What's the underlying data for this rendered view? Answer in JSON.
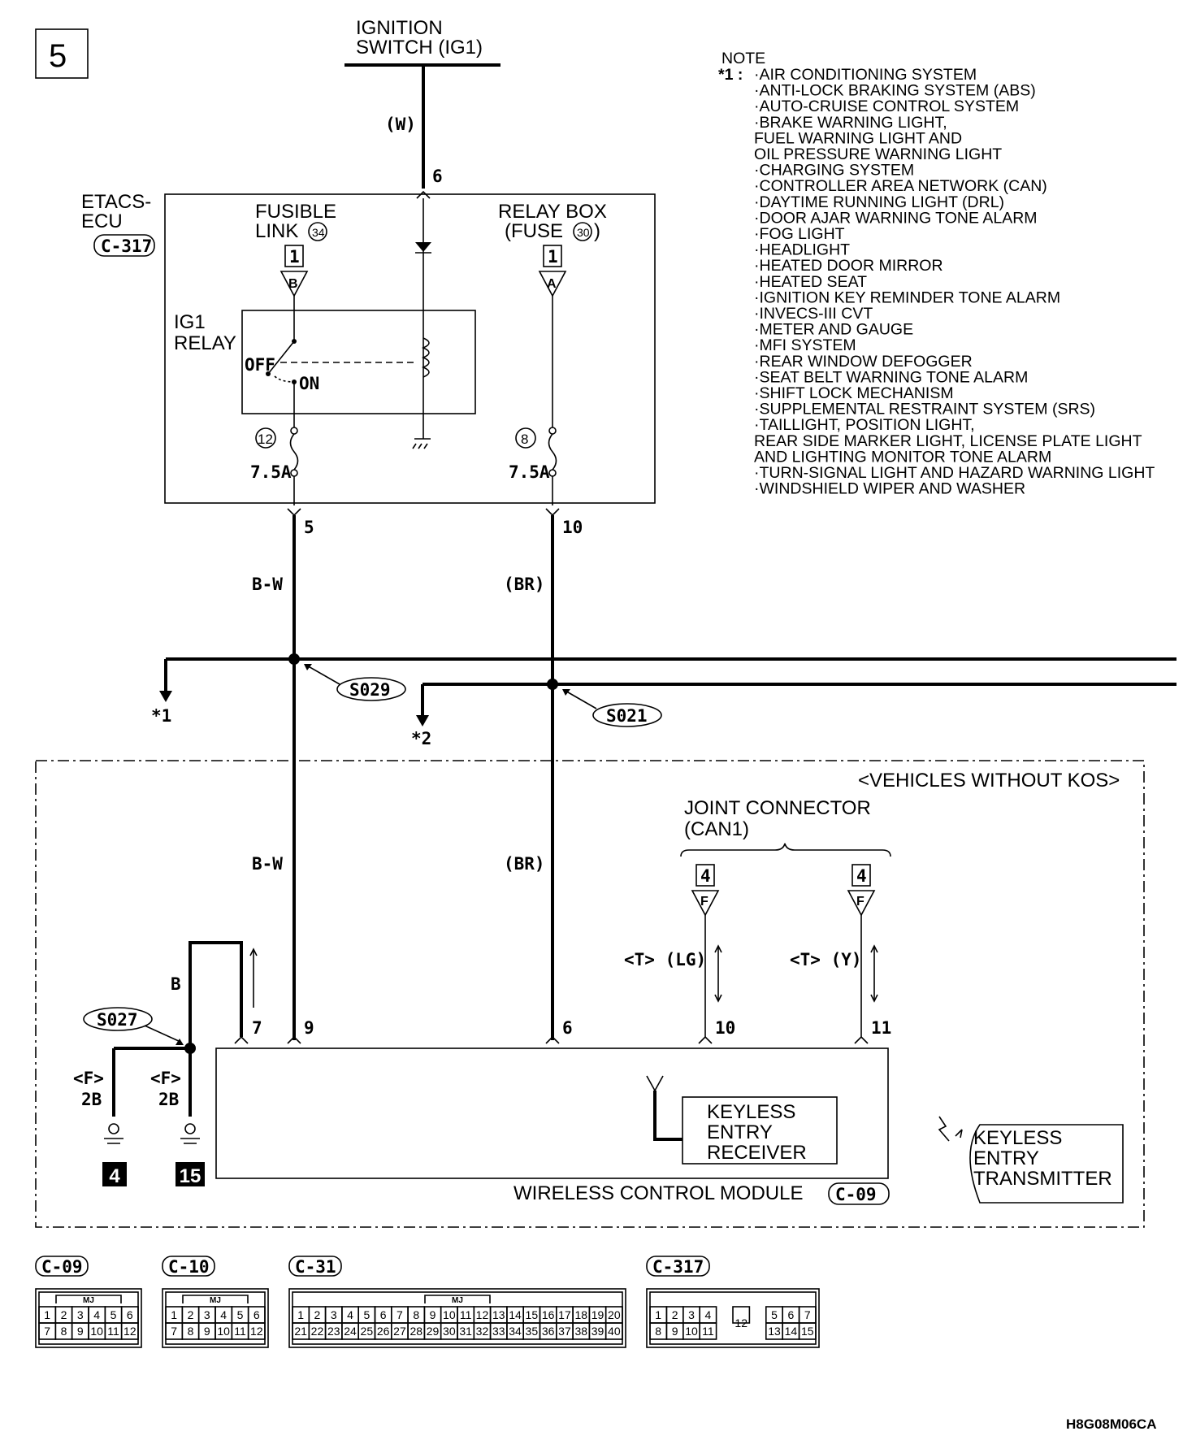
{
  "page_number": "5",
  "ignition_switch": {
    "line1": "IGNITION",
    "line2": "SWITCH (IG1)",
    "wire_color": "(W)",
    "pin": "6"
  },
  "etacs": {
    "line1": "ETACS-",
    "line2": "ECU",
    "connector": "C-317"
  },
  "fusible_link": {
    "line1": "FUSIBLE",
    "line2": "LINK",
    "num": "34",
    "pin_box": "1",
    "pin_tri": "B"
  },
  "relay_box": {
    "line1": "RELAY BOX",
    "line2_pre": "(FUSE",
    "num": "30",
    "line2_post": ")",
    "pin_box": "1",
    "pin_tri": "A"
  },
  "ig1_relay": {
    "line1": "IG1",
    "line2": "RELAY",
    "off": "OFF",
    "on": "ON"
  },
  "fuses": [
    {
      "num": "12",
      "rating": "7.5A"
    },
    {
      "num": "8",
      "rating": "7.5A"
    }
  ],
  "etacs_out_pins": [
    "5",
    "10"
  ],
  "wires": {
    "left": "B-W",
    "right": "(BR)",
    "ground": "B"
  },
  "splices": [
    "S029",
    "S021",
    "S027"
  ],
  "star_refs": [
    "*1",
    "*2"
  ],
  "vehicle_note": "<VEHICLES WITHOUT KOS>",
  "joint_connector": {
    "line1": "JOINT CONNECTOR",
    "line2": "(CAN1)",
    "pin_box": "4",
    "pin_tri": "F"
  },
  "can_labels": [
    "<T> (LG)",
    "<T> (Y)"
  ],
  "module_pins": [
    "7",
    "9",
    "6",
    "10",
    "11"
  ],
  "grounds": [
    {
      "tag": "<F>",
      "code": "2B",
      "num": "4"
    },
    {
      "tag": "<F>",
      "code": "2B",
      "num": "15"
    }
  ],
  "receiver": [
    "KEYLESS",
    "ENTRY",
    "RECEIVER"
  ],
  "transmitter": [
    "KEYLESS",
    "ENTRY",
    "TRANSMITTER"
  ],
  "module": {
    "name": "WIRELESS CONTROL MODULE",
    "connector": "C-09"
  },
  "note": {
    "title": "NOTE",
    "marker": "*1 :",
    "items": [
      "·AIR CONDITIONING SYSTEM",
      "·ANTI-LOCK BRAKING SYSTEM (ABS)",
      "·AUTO-CRUISE CONTROL SYSTEM",
      "·BRAKE WARNING LIGHT,",
      " FUEL WARNING LIGHT AND",
      " OIL PRESSURE  WARNING LIGHT",
      "·CHARGING SYSTEM",
      "·CONTROLLER AREA NETWORK (CAN)",
      "·DAYTIME RUNNING LIGHT (DRL)",
      "·DOOR AJAR WARNING TONE ALARM",
      "·FOG LIGHT",
      "·HEADLIGHT",
      "·HEATED DOOR MIRROR",
      "·HEATED SEAT",
      "·IGNITION KEY REMINDER TONE ALARM",
      "·INVECS-III CVT",
      "·METER AND GAUGE",
      "·MFI SYSTEM",
      "·REAR WINDOW DEFOGGER",
      "·SEAT BELT WARNING TONE ALARM",
      "·SHIFT LOCK MECHANISM",
      "·SUPPLEMENTAL RESTRAINT SYSTEM (SRS)",
      "·TAILLIGHT, POSITION LIGHT,",
      " REAR SIDE MARKER LIGHT, LICENSE PLATE LIGHT",
      " AND LIGHTING MONITOR TONE ALARM",
      "·TURN-SIGNAL LIGHT AND HAZARD WARNING LIGHT",
      "·WINDSHIELD WIPER AND WASHER"
    ]
  },
  "connectors": [
    {
      "name": "C-09",
      "mark": "MJ",
      "rows": [
        [
          "1",
          "2",
          "3",
          "4",
          "5",
          "6"
        ],
        [
          "7",
          "8",
          "9",
          "10",
          "11",
          "12"
        ]
      ]
    },
    {
      "name": "C-10",
      "mark": "MJ",
      "rows": [
        [
          "1",
          "2",
          "3",
          "4",
          "5",
          "6"
        ],
        [
          "7",
          "8",
          "9",
          "10",
          "11",
          "12"
        ]
      ]
    },
    {
      "name": "C-31",
      "mark": "MJ",
      "rows": [
        [
          "1",
          "2",
          "3",
          "4",
          "5",
          "6",
          "7",
          "8",
          "9",
          "10",
          "11",
          "12",
          "13",
          "14",
          "15",
          "16",
          "17",
          "18",
          "19",
          "20"
        ],
        [
          "21",
          "22",
          "23",
          "24",
          "25",
          "26",
          "27",
          "28",
          "29",
          "30",
          "31",
          "32",
          "33",
          "34",
          "35",
          "36",
          "37",
          "38",
          "39",
          "40"
        ]
      ]
    },
    {
      "name": "C-317",
      "mark": "",
      "rows": [
        [
          "1",
          "2",
          "3",
          "4",
          "",
          "12",
          "",
          "5",
          "6",
          "7"
        ],
        [
          "8",
          "9",
          "10",
          "11",
          "",
          "",
          "",
          "13",
          "14",
          "15"
        ]
      ]
    }
  ],
  "footer_code": "H8G08M06CA"
}
